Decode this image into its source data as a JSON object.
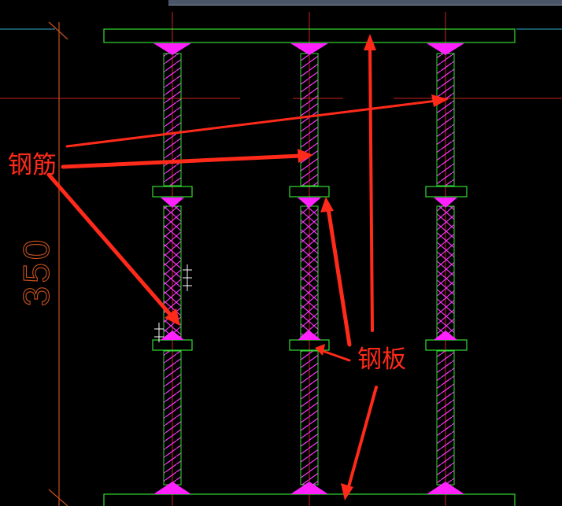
{
  "dimension": {
    "value": "350"
  },
  "annotations": {
    "rebar_label": "钢筋",
    "plate_label": "钢板"
  },
  "colors": {
    "background": "#000000",
    "plate": "#33dd33",
    "rebar_hatch": "#ff33ff",
    "weld": "#ff22ff",
    "axis": "#cc2222",
    "dimension": "#c8521e",
    "arrow": "#ff2a1a",
    "cyan_line": "#33aacc"
  }
}
